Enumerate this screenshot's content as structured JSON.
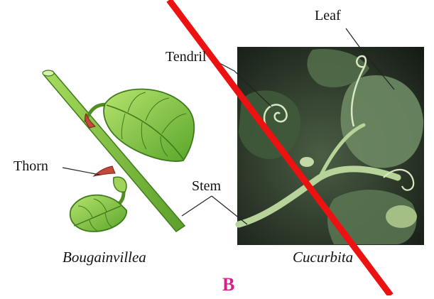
{
  "labels": {
    "leaf": "Leaf",
    "tendril": "Tendril",
    "thorn": "Thorn",
    "stem": "Stem"
  },
  "captions": {
    "left": "Bougainvillea",
    "right": "Cucurbita"
  },
  "figure_letter": "B",
  "colors": {
    "figure_letter": "#d6208a",
    "strike_line": "#ee1111",
    "leaf_fill": "#8cd14a",
    "stem_fill": "#7cc23c",
    "photo_bg": "#1f2a1f"
  }
}
